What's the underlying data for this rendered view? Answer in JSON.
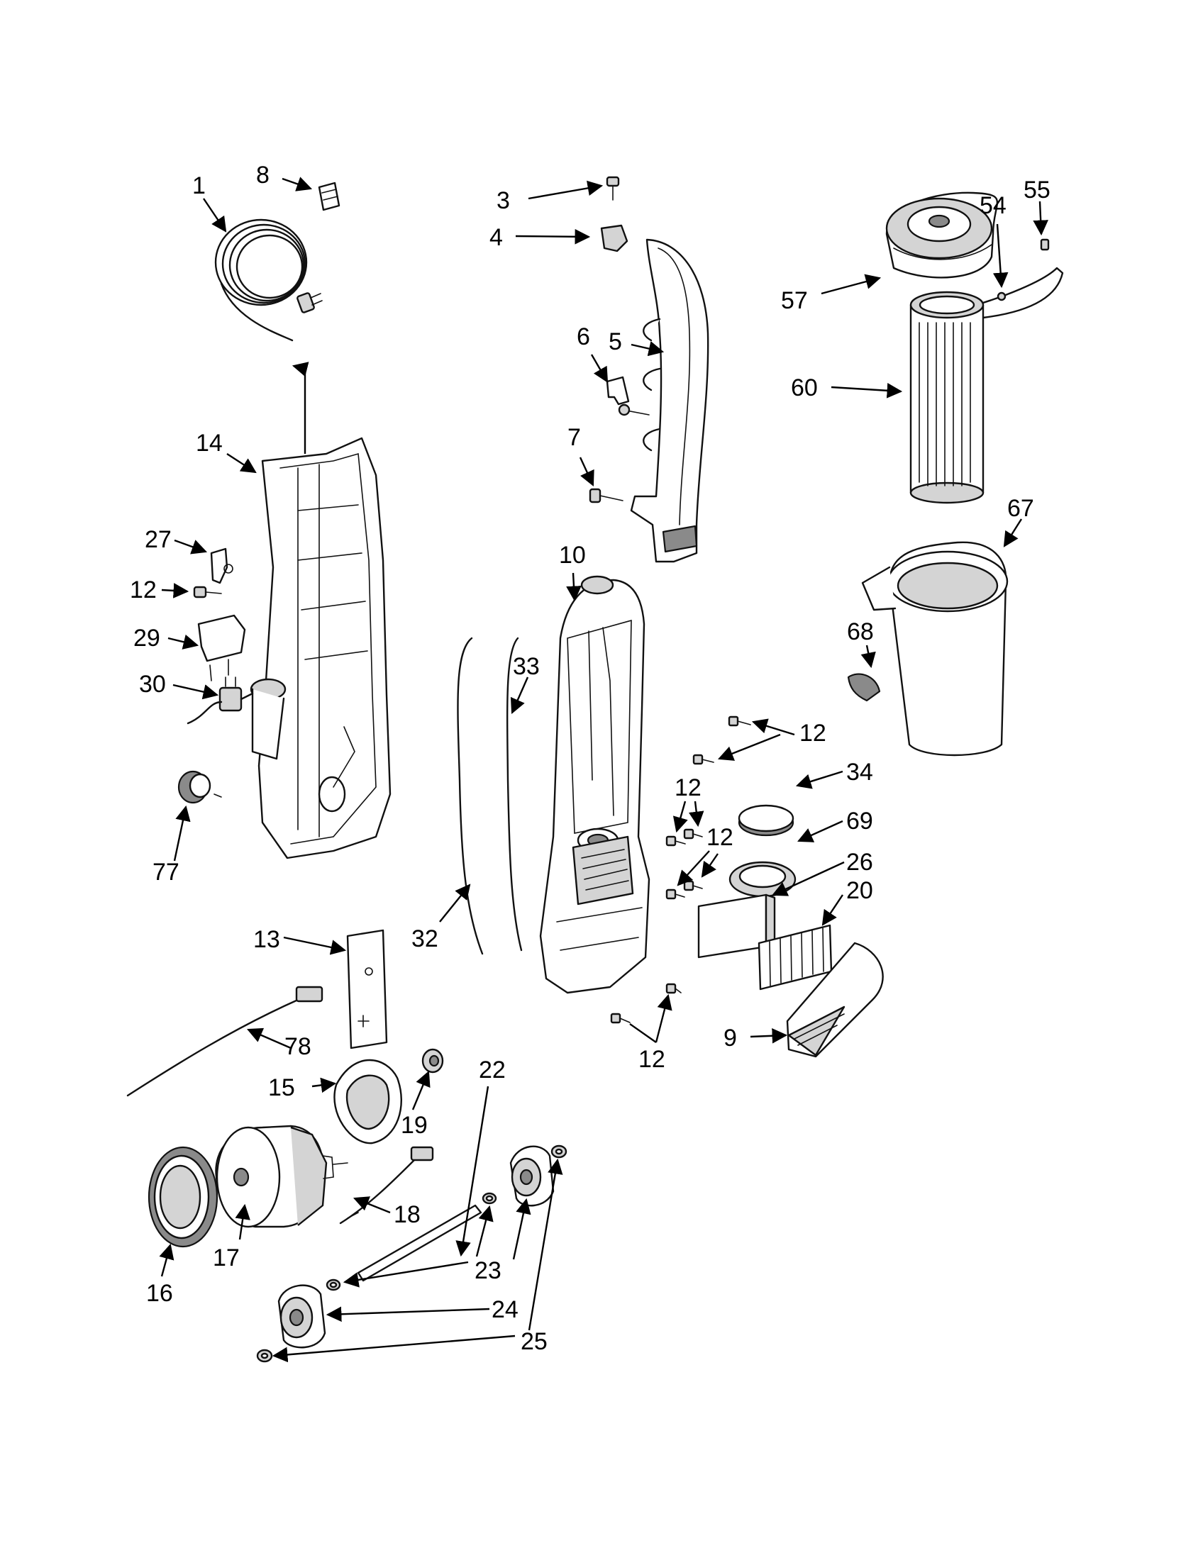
{
  "callouts": [
    {
      "id": "c1",
      "text": "1"
    },
    {
      "id": "c8",
      "text": "8"
    },
    {
      "id": "c3",
      "text": "3"
    },
    {
      "id": "c4",
      "text": "4"
    },
    {
      "id": "c5",
      "text": "5"
    },
    {
      "id": "c6",
      "text": "6"
    },
    {
      "id": "c7",
      "text": "7"
    },
    {
      "id": "c54",
      "text": "54"
    },
    {
      "id": "c55",
      "text": "55"
    },
    {
      "id": "c57",
      "text": "57"
    },
    {
      "id": "c60",
      "text": "60"
    },
    {
      "id": "c67",
      "text": "67"
    },
    {
      "id": "c14",
      "text": "14"
    },
    {
      "id": "c27",
      "text": "27"
    },
    {
      "id": "c12a",
      "text": "12"
    },
    {
      "id": "c29",
      "text": "29"
    },
    {
      "id": "c30",
      "text": "30"
    },
    {
      "id": "c77",
      "text": "77"
    },
    {
      "id": "c10",
      "text": "10"
    },
    {
      "id": "c33",
      "text": "33"
    },
    {
      "id": "c68",
      "text": "68"
    },
    {
      "id": "c12b",
      "text": "12"
    },
    {
      "id": "c34",
      "text": "34"
    },
    {
      "id": "c12c",
      "text": "12"
    },
    {
      "id": "c69",
      "text": "69"
    },
    {
      "id": "c12d",
      "text": "12"
    },
    {
      "id": "c26",
      "text": "26"
    },
    {
      "id": "c20",
      "text": "20"
    },
    {
      "id": "c32",
      "text": "32"
    },
    {
      "id": "c13",
      "text": "13"
    },
    {
      "id": "c9",
      "text": "9"
    },
    {
      "id": "c12e",
      "text": "12"
    },
    {
      "id": "c78",
      "text": "78"
    },
    {
      "id": "c22",
      "text": "22"
    },
    {
      "id": "c15",
      "text": "15"
    },
    {
      "id": "c19",
      "text": "19"
    },
    {
      "id": "c18",
      "text": "18"
    },
    {
      "id": "c23",
      "text": "23"
    },
    {
      "id": "c17",
      "text": "17"
    },
    {
      "id": "c16",
      "text": "16"
    },
    {
      "id": "c24",
      "text": "24"
    },
    {
      "id": "c25",
      "text": "25"
    }
  ]
}
